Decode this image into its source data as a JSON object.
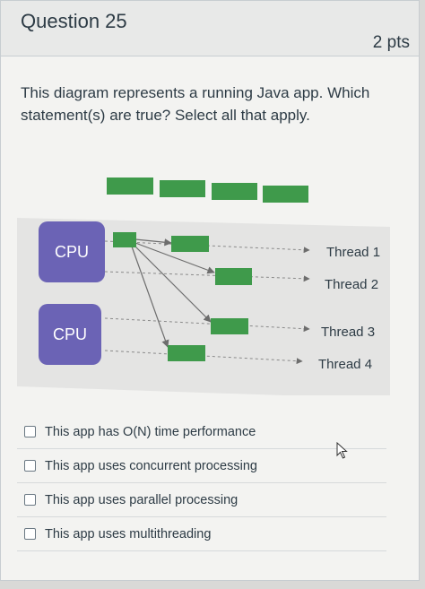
{
  "question": {
    "title": "Question 25",
    "points": "2 pts",
    "text": "This diagram represents a running Java app. Which statement(s) are true? Select all that apply."
  },
  "diagram": {
    "cpus": [
      "CPU",
      "CPU"
    ],
    "threads": [
      "Thread 1",
      "Thread 2",
      "Thread 3",
      "Thread 4"
    ],
    "colors": {
      "cpu": "#6b63b5",
      "task": "#3f9a4b",
      "panel": "#e4e4e3"
    }
  },
  "answers": [
    {
      "label": "This app has O(N) time performance",
      "checked": false
    },
    {
      "label": "This app uses concurrent processing",
      "checked": false
    },
    {
      "label": "This app uses parallel processing",
      "checked": false
    },
    {
      "label": "This app uses multithreading",
      "checked": false
    }
  ]
}
